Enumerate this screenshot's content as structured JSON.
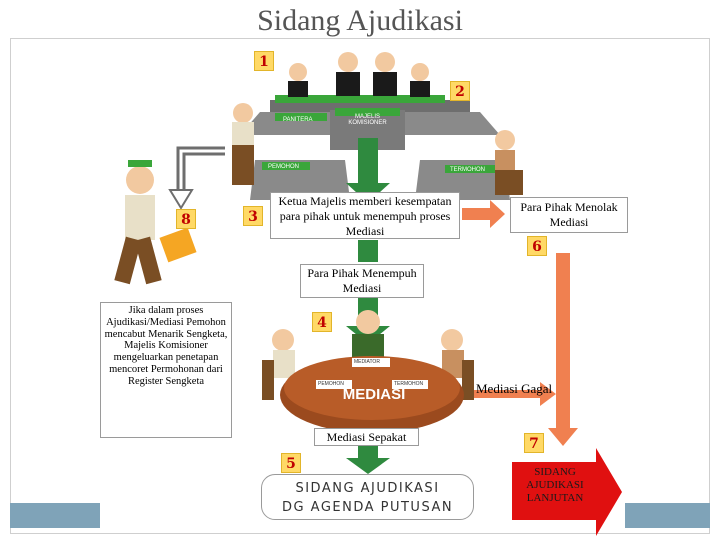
{
  "title": "Sidang Ajudikasi",
  "steps": {
    "s1": "1",
    "s2": "2",
    "s3": "3",
    "s4": "4",
    "s5": "5",
    "s6": "6",
    "s7": "7",
    "s8": "8"
  },
  "scene_top": {
    "panitera": "PANITERA",
    "majelis": "MAJELIS\nKOMISIONER",
    "pemohon": "PEMOHON",
    "termohon": "TERMOHON"
  },
  "scene_bottom": {
    "mediator": "MEDIATOR",
    "pemohon": "PEMOHON",
    "termohon": "TERMOHON",
    "mediasi": "MEDIASI"
  },
  "text": {
    "ketua": "Ketua Majelis memberi kesempatan para pihak untuk menempuh proses Mediasi",
    "menolak": "Para Pihak Menolak Mediasi",
    "menempuh": "Para Pihak Menempuh Mediasi",
    "cabut": "Jika dalam proses Ajudikasi/Mediasi Pemohon mencabut Menarik Sengketa, Majelis Komisioner mengeluarkan penetapan mencoret Permohonan dari Register Sengketa",
    "gagal": "Mediasi Gagal",
    "sepakat": "Mediasi Sepakat",
    "putusan_line1": "SIDANG AJUDIKASI",
    "putusan_line2": "DG AGENDA PUTUSAN",
    "lanjutan": "SIDANG AJUDIKASI LANJUTAN"
  },
  "colors": {
    "green_arrow": "#2f8a3f",
    "orange_arrow": "#f08050",
    "red_arrow": "#e01010",
    "table_gray": "#8a8a8a",
    "table_green": "#3aa63a",
    "mediasi_table": "#9b4a1e"
  }
}
